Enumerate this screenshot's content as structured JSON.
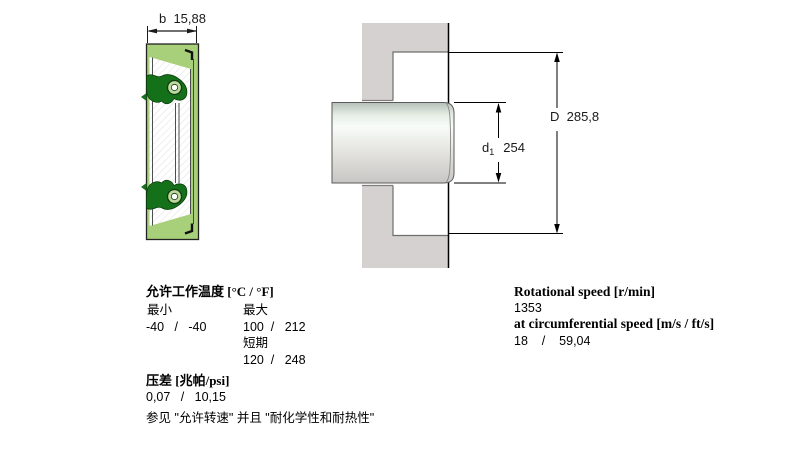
{
  "figure": {
    "seal_drawing": {
      "dim_b_label": "b  15,88"
    },
    "assembly_drawing": {
      "dim_d1": {
        "prefix": "d",
        "sub": "1",
        "value": "254"
      },
      "dim_D_label": "D  285,8"
    },
    "colors": {
      "case_green": "#a8cf7a",
      "lip_green": "#15701a",
      "spring_ring_green": "#bcd99b",
      "housing_gray": "#d5d1d1",
      "line_black": "#1a1a1a"
    }
  },
  "specs": {
    "temperature": {
      "title": "允许工作温度 [°C / °F]",
      "min_label": "最小",
      "max_label": "最大",
      "min_value": "-40   /   -40",
      "max_value": "100  /   212",
      "short_term_label": "短期",
      "short_term_value": "120  /   248"
    },
    "pressure": {
      "title": "压差 [兆帕/psi]",
      "value": "0,07   /   10,15"
    },
    "note": "参见 \"允许转速\" 并且 \"耐化学性和耐热性\"",
    "speed": {
      "rotational_title": "Rotational speed [r/min]",
      "rotational_value": "1353",
      "circumferential_title": "at circumferential speed [m/s / ft/s]",
      "circumferential_value": "18    /    59,04"
    }
  }
}
